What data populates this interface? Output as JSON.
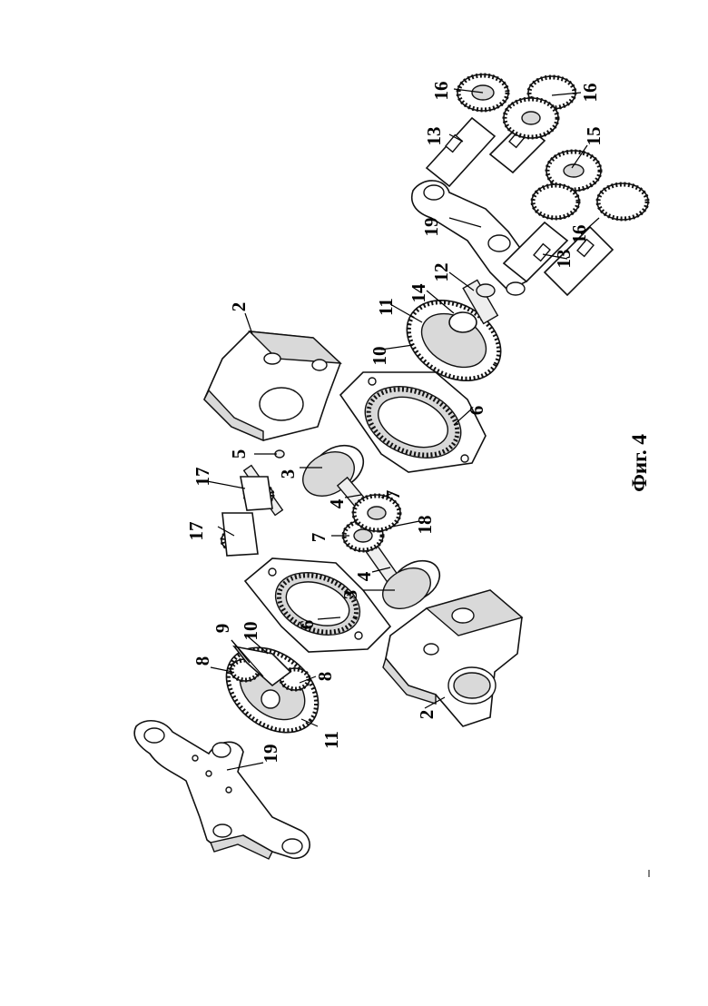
{
  "figure": {
    "caption": "Фиг. 4"
  },
  "labels": {
    "l2a": "2",
    "l2b": "2",
    "l3a": "3",
    "l3b": "3",
    "l4a": "4",
    "l4b": "4",
    "l5": "5",
    "l6a": "6",
    "l6b": "6",
    "l7a": "7",
    "l7b": "7",
    "l8a": "8",
    "l8b": "8",
    "l9": "9",
    "l10a": "10",
    "l10b": "10",
    "l11a": "11",
    "l11b": "11",
    "l12": "12",
    "l13a": "13",
    "l13b": "13",
    "l14": "14",
    "l15": "15",
    "l16a": "16",
    "l16b": "16",
    "l16c": "16",
    "l17a": "17",
    "l17b": "17",
    "l18": "18",
    "l19a": "19",
    "l19b": "19"
  }
}
